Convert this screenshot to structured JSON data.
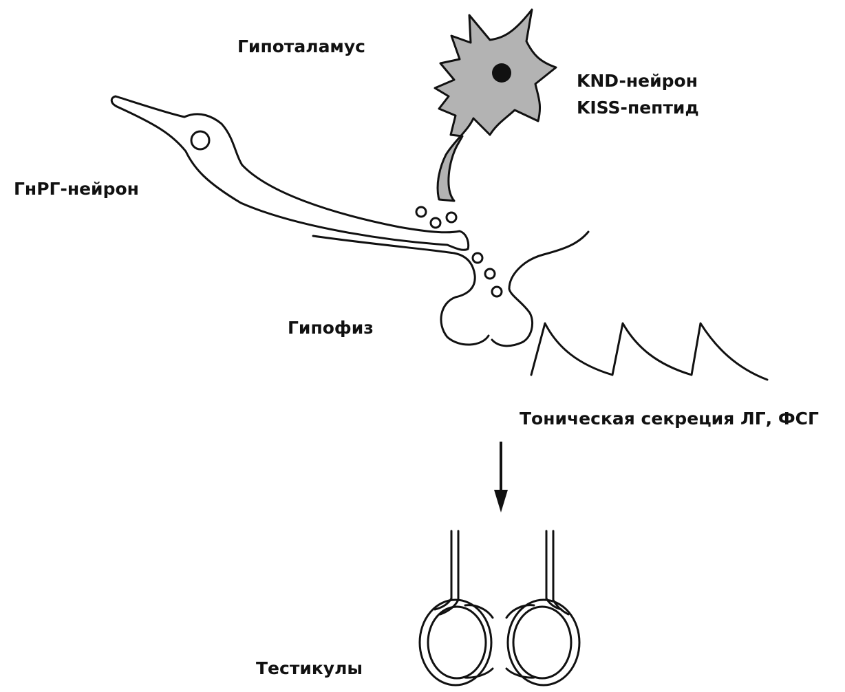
{
  "labels": {
    "hypothalamus": "Гипоталамус",
    "knd_neuron": "KND-нейрон",
    "kiss_peptide": "KISS-пептид",
    "gnrh_neuron": "ГнРГ-нейрон",
    "pituitary": "Гипофиз",
    "tonic_secretion": "Тоническая секреция ЛГ, ФСГ",
    "testicles": "Тестикулы"
  },
  "colors": {
    "stroke": "#111111",
    "knd_neuron_fill": "#b3b3b3",
    "nucleus_fill": "#111111",
    "background": "#ffffff"
  }
}
